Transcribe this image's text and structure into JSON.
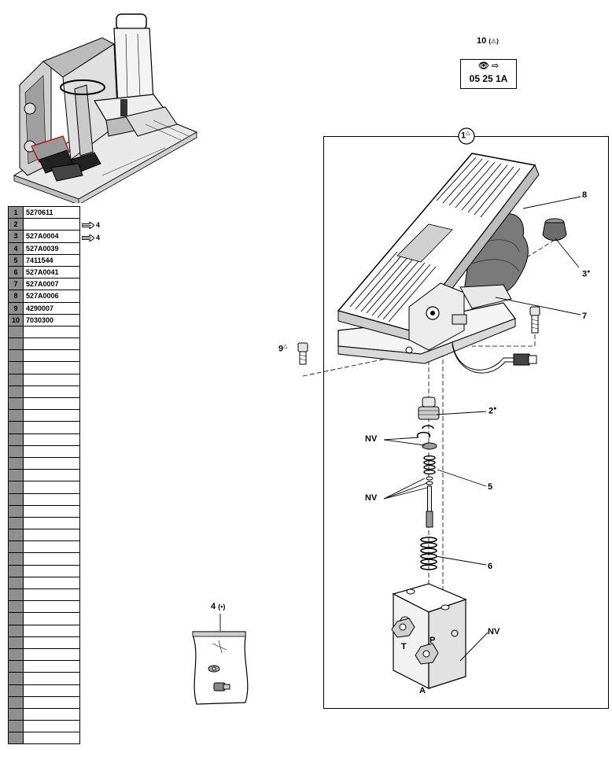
{
  "parts": [
    {
      "n": "1",
      "pn": "5270611"
    },
    {
      "n": "2",
      "pn": "",
      "ref": "4"
    },
    {
      "n": "3",
      "pn": "527A0004",
      "ref": "4"
    },
    {
      "n": "4",
      "pn": "527A0039"
    },
    {
      "n": "5",
      "pn": "7411544"
    },
    {
      "n": "6",
      "pn": "527A0041"
    },
    {
      "n": "7",
      "pn": "527A0007"
    },
    {
      "n": "8",
      "pn": "527A0006"
    },
    {
      "n": "9",
      "pn": "4290007"
    },
    {
      "n": "10",
      "pn": "7030300"
    }
  ],
  "empty_rows": 35,
  "ref_box": {
    "label": "10",
    "note": "(⚠)",
    "code": "05 25 1A"
  },
  "callouts": {
    "c1": "1",
    "c2": "2",
    "c3": "3",
    "c4": "4",
    "c4_note": "(•)",
    "c5": "5",
    "c6": "6",
    "c7": "7",
    "c8": "8",
    "c9": "9",
    "nv": "NV",
    "port_t": "T",
    "port_p": "P",
    "port_a": "A"
  }
}
